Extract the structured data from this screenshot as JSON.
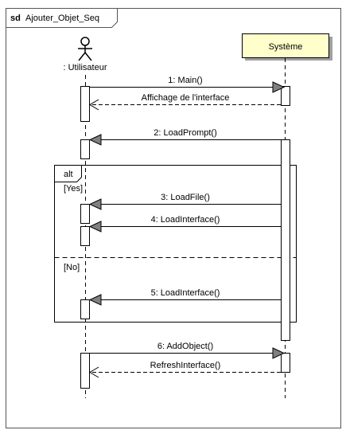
{
  "frame": {
    "keyword": "sd",
    "name": "Ajouter_Objet_Seq"
  },
  "participants": {
    "actor": {
      "label": ": Utilisateur",
      "icon": "stick-figure-actor"
    },
    "system": {
      "label": "Système"
    }
  },
  "messages": [
    {
      "label": "1: Main()",
      "kind": "call"
    },
    {
      "label": "Affichage de l'interface",
      "kind": "return"
    },
    {
      "label": "2: LoadPrompt()",
      "kind": "call-back"
    },
    {
      "label": "3: LoadFile()",
      "kind": "call-back"
    },
    {
      "label": "4: LoadInterface()",
      "kind": "call-back"
    },
    {
      "label": "5: LoadInterface()",
      "kind": "call-back"
    },
    {
      "label": "6: AddObject()",
      "kind": "call"
    },
    {
      "label": "RefreshInterface()",
      "kind": "return"
    }
  ],
  "fragment": {
    "operator": "alt",
    "guards": [
      "[Yes]",
      "[No]"
    ]
  },
  "colors": {
    "system_box_fill": "#ffffcc",
    "system_box_shadow": "#a0a0a0",
    "line": "#000000",
    "arrowhead_fill": "#808080",
    "frame_border": "#555555"
  }
}
